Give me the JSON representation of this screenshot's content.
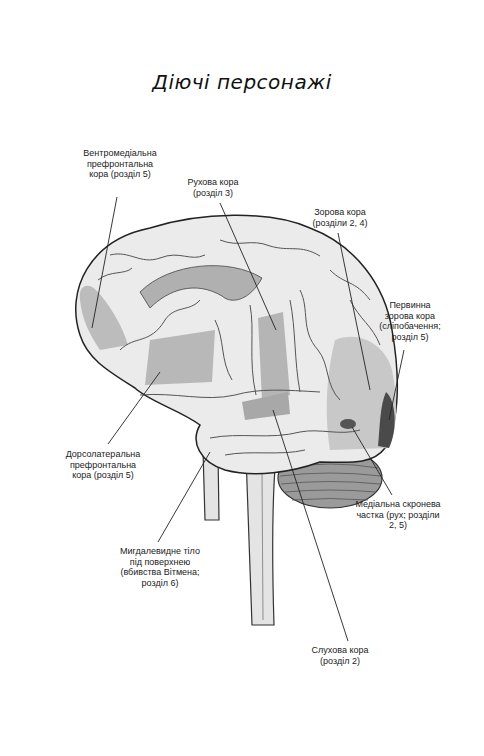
{
  "diagram": {
    "title": "Діючі персонажі",
    "labels": [
      "Вентромедіальна префронтальна кора (розділ 5)",
      "Рухова кора (розділ 3)",
      "Зорова кора (розділи 2, 4)",
      "Первинна зорова кора (сліпобачення; розділ 5)",
      "Дорсолатеральна префронтальна кора (розділ 5)",
      "Медіальна скронева частка (рух; розділи 2, 5)",
      "Мигдалевидне тіло під поверхнею (вбивства Вітмена; розділ 6)",
      "Слухова кора (розділ 2)"
    ]
  }
}
